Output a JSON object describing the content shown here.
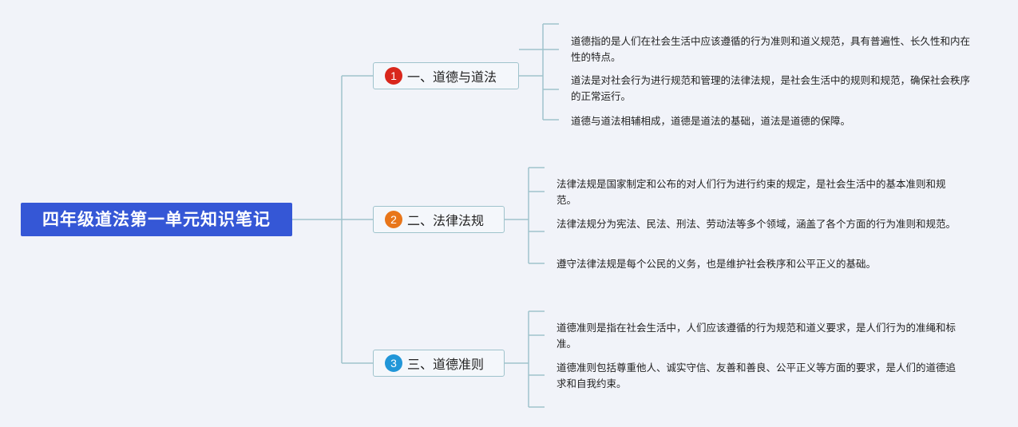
{
  "root": {
    "title": "四年级道法第一单元知识笔记"
  },
  "branches": [
    {
      "number": "1",
      "label": "一、道德与道法",
      "badge_color": "#d9271c",
      "notes": [
        "道德指的是人们在社会生活中应该遵循的行为准则和道义规范，具有普遍性、长久性和内在性的特点。",
        "道法是对社会行为进行规范和管理的法律法规，是社会生活中的规则和规范，确保社会秩序的正常运行。",
        "道德与道法相辅相成，道德是道法的基础，道法是道德的保障。"
      ]
    },
    {
      "number": "2",
      "label": "二、法律法规",
      "badge_color": "#e8761a",
      "notes": [
        "法律法规是国家制定和公布的对人们行为进行约束的规定，是社会生活中的基本准则和规范。",
        "法律法规分为宪法、民法、刑法、劳动法等多个领域，涵盖了各个方面的行为准则和规范。",
        "遵守法律法规是每个公民的义务，也是维护社会秩序和公平正义的基础。"
      ]
    },
    {
      "number": "3",
      "label": "三、道德准则",
      "badge_color": "#2196d8",
      "notes": [
        "道德准则是指在社会生活中，人们应该遵循的行为规范和道义要求，是人们行为的准绳和标准。",
        "道德准则包括尊重他人、诚实守信、友善和善良、公平正义等方面的要求，是人们的道德追求和自我约束。"
      ]
    }
  ],
  "colors": {
    "line": "#9fc3cc",
    "root_bg": "#3557d6"
  }
}
